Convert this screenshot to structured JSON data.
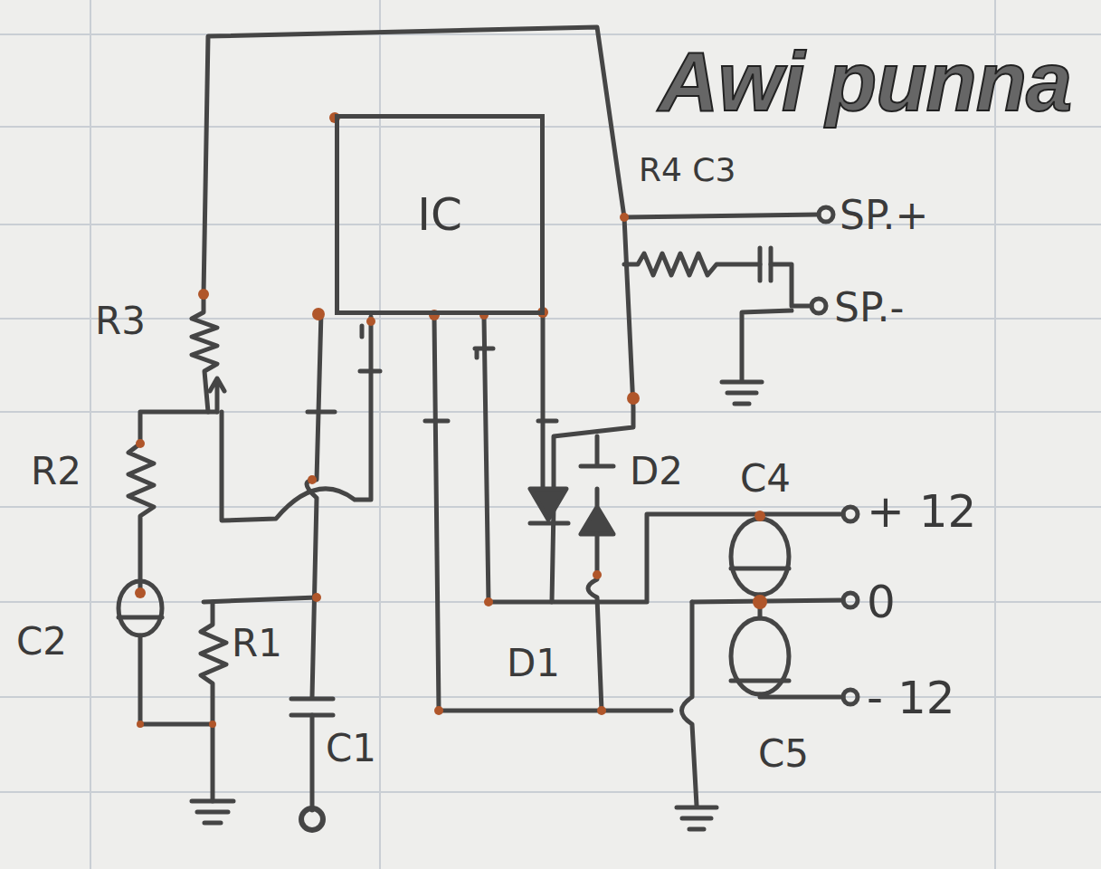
{
  "diagram": {
    "nodes": [
      {
        "text": [
          "IC"
        ]
      }
    ],
    "labels": [
      "Awi punna",
      "R4 C3",
      "SP.+",
      "SP.-",
      "R3",
      "R2",
      "C2",
      "R1",
      "C1",
      "D2",
      "D1",
      "C4",
      "C5",
      "+ 12",
      "0",
      "- 12"
    ]
  }
}
